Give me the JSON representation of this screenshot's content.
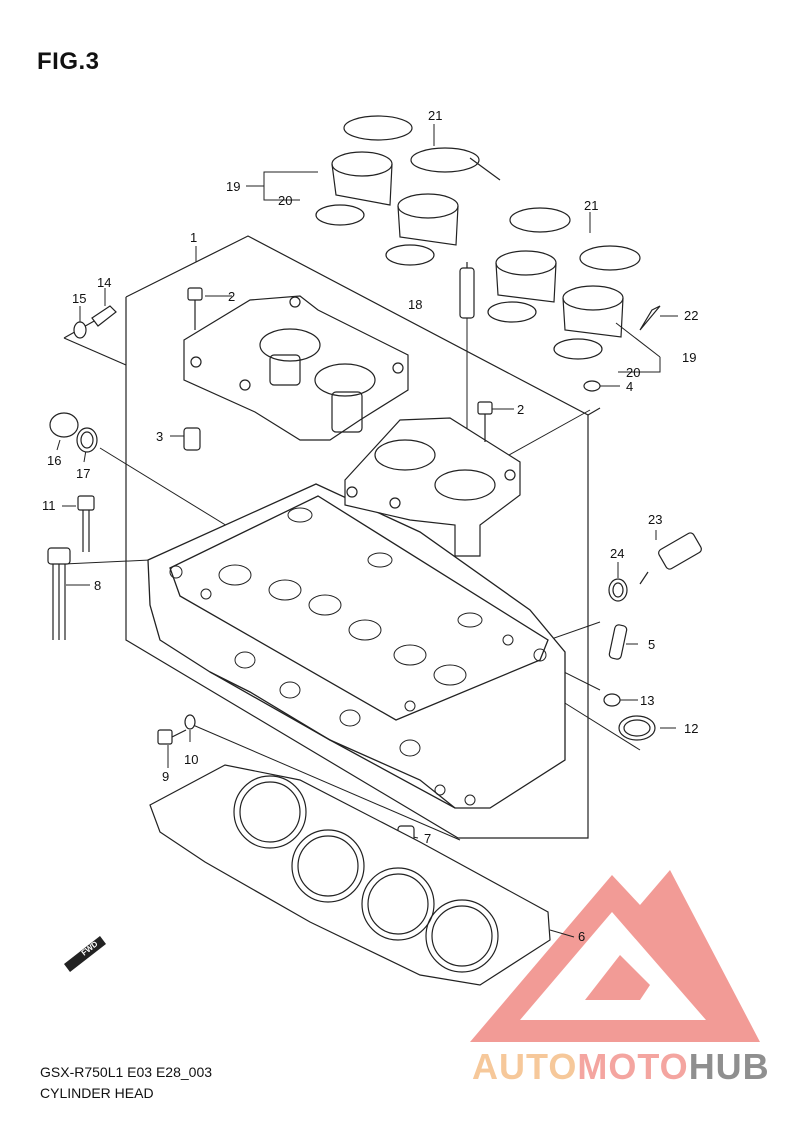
{
  "figure": {
    "title": "FIG.3",
    "model_code": "GSX-R750L1  E03  E28_003",
    "caption": "CYLINDER HEAD"
  },
  "direction_marker": {
    "label": "FWD",
    "icon": "forward-arrow-icon"
  },
  "watermark": {
    "part1": "AUTO",
    "part2": "MOTO",
    "part3": "HUB",
    "colors": {
      "auto": "#f6c89a",
      "moto": "#f4a5a0",
      "hub": "#8f8f8f",
      "logo": "#f08a84"
    }
  },
  "callouts": [
    {
      "id": "c1",
      "label": "1"
    },
    {
      "id": "c2a",
      "label": "2"
    },
    {
      "id": "c2b",
      "label": "2"
    },
    {
      "id": "c3",
      "label": "3"
    },
    {
      "id": "c4",
      "label": "4"
    },
    {
      "id": "c5",
      "label": "5"
    },
    {
      "id": "c6",
      "label": "6"
    },
    {
      "id": "c7",
      "label": "7"
    },
    {
      "id": "c8",
      "label": "8"
    },
    {
      "id": "c9",
      "label": "9"
    },
    {
      "id": "c10",
      "label": "10"
    },
    {
      "id": "c11",
      "label": "11"
    },
    {
      "id": "c12",
      "label": "12"
    },
    {
      "id": "c13",
      "label": "13"
    },
    {
      "id": "c14",
      "label": "14"
    },
    {
      "id": "c15",
      "label": "15"
    },
    {
      "id": "c16",
      "label": "16"
    },
    {
      "id": "c17",
      "label": "17"
    },
    {
      "id": "c18",
      "label": "18"
    },
    {
      "id": "c19a",
      "label": "19"
    },
    {
      "id": "c19b",
      "label": "19"
    },
    {
      "id": "c20a",
      "label": "20"
    },
    {
      "id": "c20b",
      "label": "20"
    },
    {
      "id": "c21a",
      "label": "21"
    },
    {
      "id": "c21b",
      "label": "21"
    },
    {
      "id": "c22",
      "label": "22"
    },
    {
      "id": "c23",
      "label": "23"
    },
    {
      "id": "c24",
      "label": "24"
    }
  ]
}
